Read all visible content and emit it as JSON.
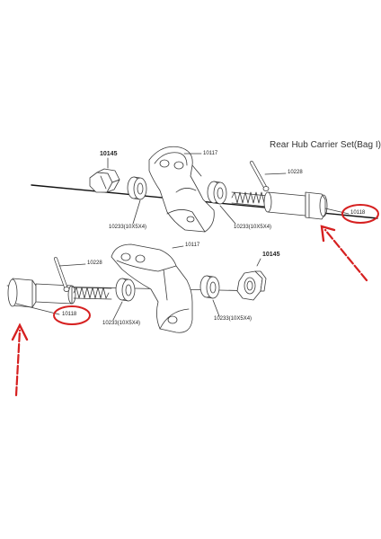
{
  "title": "Rear Hub Carrier Set(Bag I)",
  "parts": {
    "nut_top": "10145",
    "carrier_top": "10117",
    "pin_top": "10228",
    "bearing_top_left": "10233(10X5X4)",
    "bearing_top_right": "10233(10X5X4)",
    "axle_top": "10118",
    "pin_bottom": "10228",
    "carrier_bottom": "10117",
    "nut_bottom": "10145",
    "axle_bottom": "10118",
    "bearing_bottom_left": "10233(10X5X4)",
    "bearing_bottom_right": "10233(10X5X4)"
  },
  "colors": {
    "highlight_circle": "#d62020",
    "arrow": "#d62020",
    "line": "#3a3a3a"
  }
}
